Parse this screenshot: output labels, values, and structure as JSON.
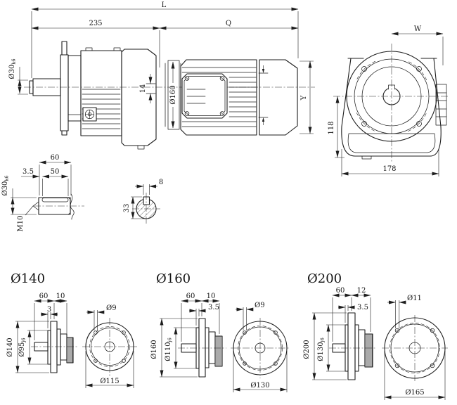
{
  "background": "#ffffff",
  "ink": "#1d1d1d",
  "main_view": {
    "dim_overall": "L",
    "dim_gear_unit": "235",
    "dim_motor": "Q",
    "dim_shaft_dia": "Ø30",
    "dim_shaft_tol": "k6",
    "dim_step": "14",
    "dim_adapter_dia": "Ø160",
    "dim_height": "Y"
  },
  "end_view": {
    "dim_w": "W",
    "dim_center_height": "118",
    "dim_width": "178"
  },
  "shaft_detail": {
    "dim_length": "60",
    "dim_key_start": "3.5",
    "dim_key_length": "50",
    "dim_dia": "Ø30",
    "dim_dia_tol": "k6",
    "dim_thread": "M10"
  },
  "key_section": {
    "dim_key_width": "8",
    "dim_total_height": "33"
  },
  "flange_options": [
    {
      "title": "Ø140",
      "dim_hub": "60",
      "dim_offset": "10",
      "dim_plate": "3",
      "dim_outer": "Ø140",
      "dim_pilot": "Ø95",
      "dim_pilot_tol": "j6",
      "dim_hole": "Ø9",
      "dim_bolt_circle": "Ø115"
    },
    {
      "title": "Ø160",
      "dim_hub": "60",
      "dim_offset": "10",
      "dim_plate": "3.5",
      "dim_outer": "Ø160",
      "dim_pilot": "Ø110",
      "dim_pilot_tol": "j6",
      "dim_hole": "Ø9",
      "dim_bolt_circle": "Ø130"
    },
    {
      "title": "Ø200",
      "dim_hub": "60",
      "dim_offset": "12",
      "dim_plate": "3.5",
      "dim_outer": "Ø200",
      "dim_pilot": "Ø130",
      "dim_pilot_tol": "j6",
      "dim_hole": "Ø11",
      "dim_bolt_circle": "Ø165"
    }
  ]
}
